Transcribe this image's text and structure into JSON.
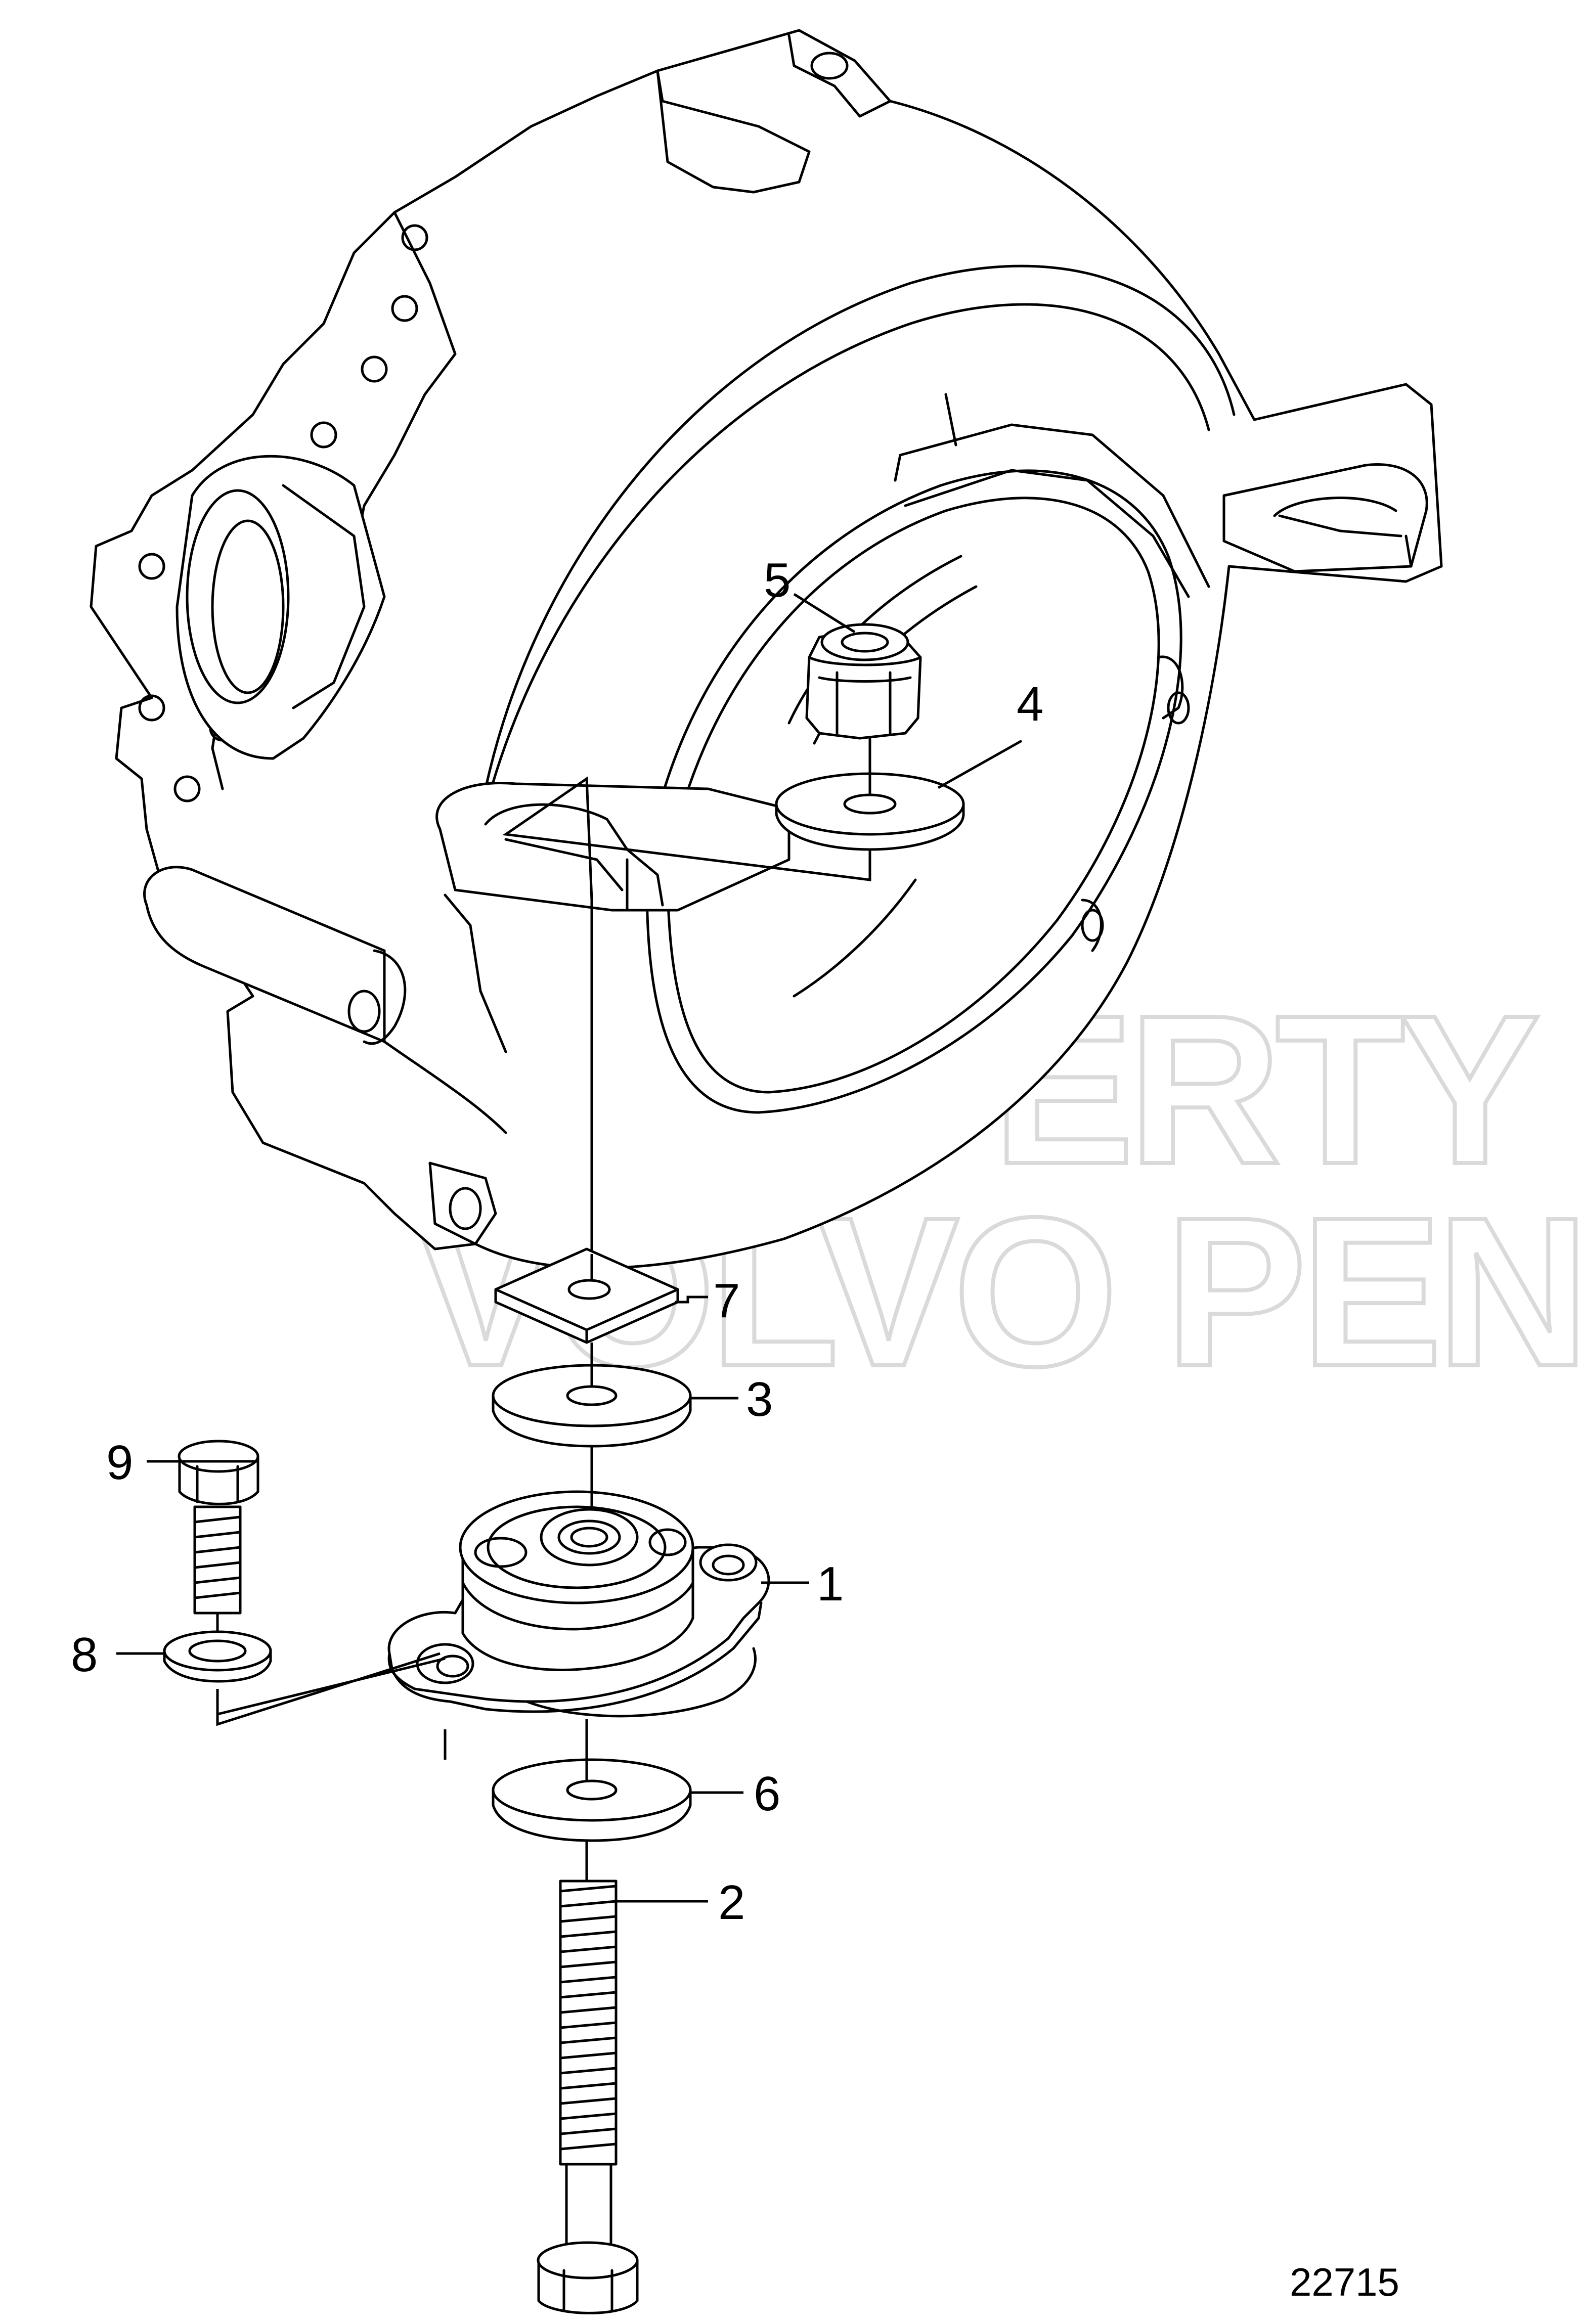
{
  "figure_number": "22715",
  "watermark": {
    "line1": "PROPERTY OF",
    "line2": "VOLVO PENTA"
  },
  "callouts": [
    {
      "id": "1",
      "label": "1"
    },
    {
      "id": "2",
      "label": "2"
    },
    {
      "id": "3",
      "label": "3"
    },
    {
      "id": "4",
      "label": "4"
    },
    {
      "id": "5",
      "label": "5"
    },
    {
      "id": "6",
      "label": "6"
    },
    {
      "id": "7",
      "label": "7"
    },
    {
      "id": "8",
      "label": "8"
    },
    {
      "id": "9",
      "label": "9"
    }
  ]
}
